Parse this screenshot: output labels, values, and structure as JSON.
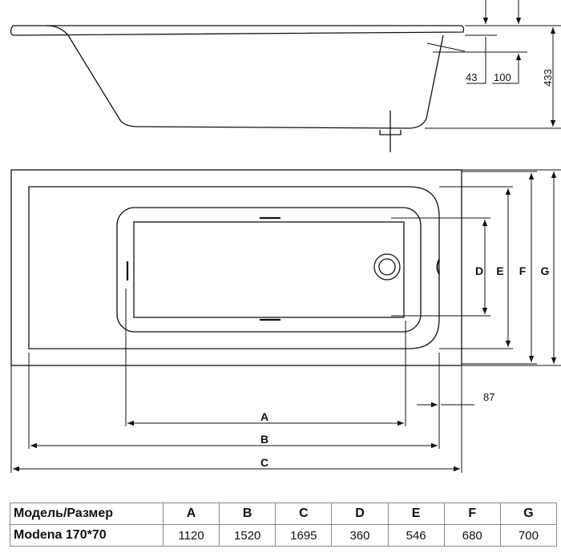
{
  "side_view": {
    "dimensions": [
      "43",
      "100",
      "433"
    ]
  },
  "top_view": {
    "labels": {
      "A": "A",
      "B": "B",
      "C": "C",
      "D": "D",
      "E": "E",
      "F": "F",
      "G": "G"
    },
    "offset_dimension": "87"
  },
  "spec_table": {
    "header": [
      "Модель/Размер",
      "A",
      "B",
      "C",
      "D",
      "E",
      "F",
      "G"
    ],
    "rows": [
      [
        "Modena 170*70",
        "1120",
        "1520",
        "1695",
        "360",
        "546",
        "680",
        "700"
      ]
    ]
  }
}
